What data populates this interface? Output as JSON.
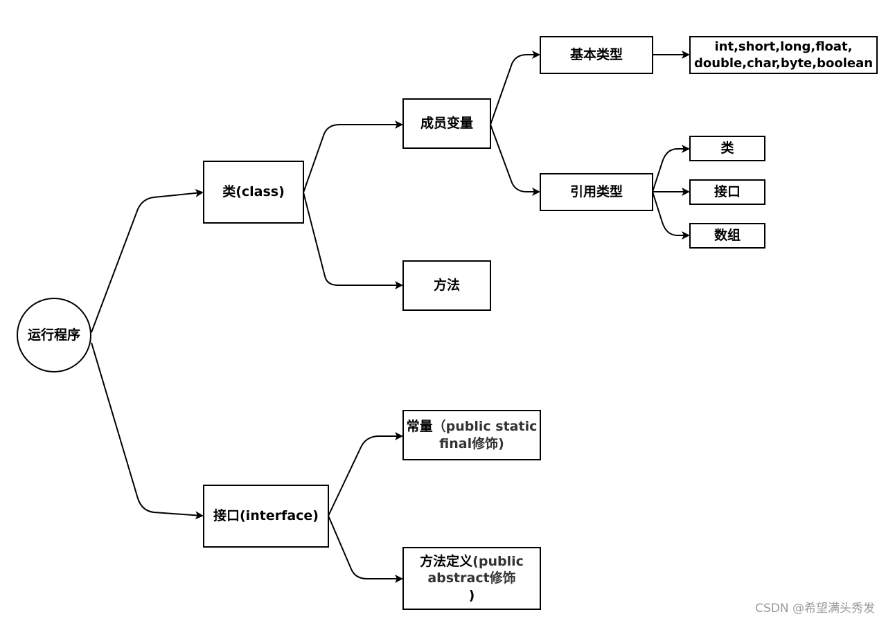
{
  "nodes": {
    "root": "运行程序",
    "class": "类(class)",
    "member_var": "成员变量",
    "basic_type": "基本类型",
    "basic_list_line1": "int,short,long,float,",
    "basic_list_line2": "double,char,byte,boolean",
    "ref_type": "引用类型",
    "ref_class": "类",
    "ref_interface": "接口",
    "ref_array": "数组",
    "method": "方法",
    "interface": "接口(interface)",
    "const_main": "常量",
    "const_sub1": "（public static",
    "const_sub2": "final修饰)",
    "method_def_main": "方法定义",
    "method_def_sub1": "(public",
    "method_def_sub2": "abstract修饰",
    "method_def_sub3": ")"
  },
  "watermark": "CSDN @希望满头秀发",
  "colors": {
    "stroke": "#000000",
    "sub_text": "#333333",
    "watermark": "#9a9a9a"
  }
}
